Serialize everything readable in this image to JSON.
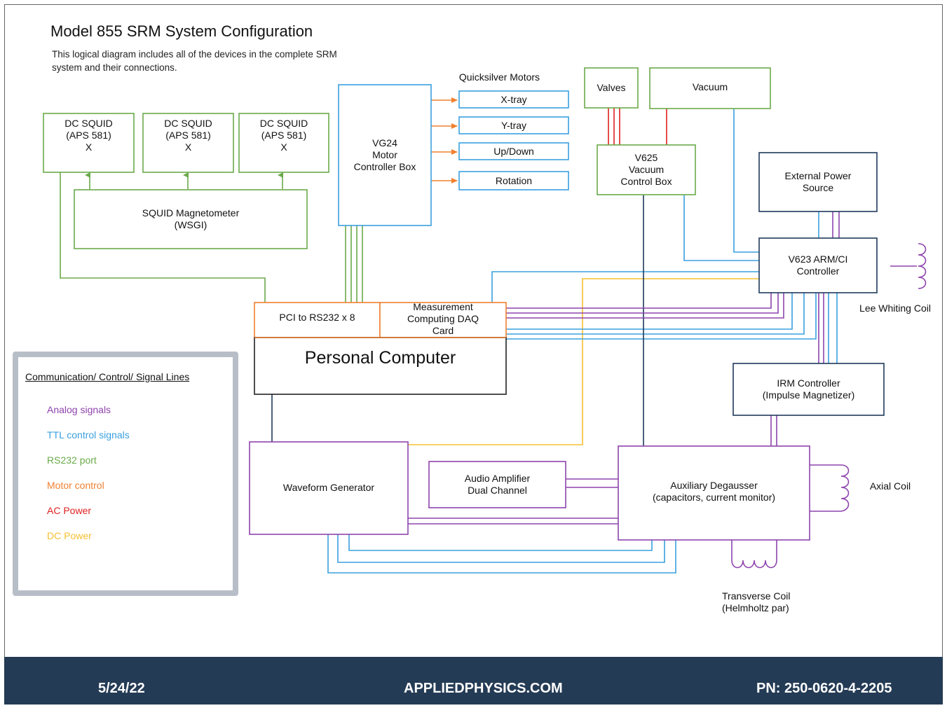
{
  "header": {
    "title": "Model 855 SRM System Configuration",
    "subtitle": "This logical diagram includes all of the devices in the complete SRM system and their connections."
  },
  "boxes": {
    "squid1": "DC SQUID\n(APS 581)\nX",
    "squid2": "DC SQUID\n(APS 581)\nX",
    "squid3": "DC SQUID\n(APS 581)\nX",
    "squid_magnetometer": "SQUID Magnetometer\n(WSGI)",
    "vg24": "VG24\nMotor\nController Box",
    "quicksilver_title": "Quicksilver Motors",
    "xtray": "X-tray",
    "ytray": "Y-tray",
    "updown": "Up/Down",
    "rotation": "Rotation",
    "valves": "Valves",
    "vacuum": "Vacuum",
    "v625": "V625\nVacuum\nControl Box",
    "ext_power": "External Power\nSource",
    "v623": "V623 ARM/CI\nController",
    "lee_coil": "Lee Whiting Coil",
    "pci": "PCI to RS232 x 8",
    "daq": "Measurement\nComputing DAQ\nCard",
    "pc": "Personal Computer",
    "irm": "IRM Controller\n(Impulse Magnetizer)",
    "waveform": "Waveform Generator",
    "audio_amp": "Audio Amplifier\nDual Channel",
    "aux_degausser": "Auxiliary Degausser\n(capacitors, current monitor)",
    "axial_coil": "Axial Coil",
    "transverse_coil": "Transverse Coil\n(Helmholtz  par)"
  },
  "legend": {
    "title": "Communication/ Control/ Signal Lines",
    "items": [
      {
        "label": "Analog signals",
        "color": "#8e44ad",
        "arrow": false
      },
      {
        "label": "TTL control signals",
        "color": "#3aa0e0",
        "arrow": false
      },
      {
        "label": "RS232 port",
        "color": "#6aaa4a",
        "arrow": false
      },
      {
        "label": "Motor control",
        "color": "#f08030",
        "arrow": true
      },
      {
        "label": "AC Power",
        "color": "#e02020",
        "arrow": false
      },
      {
        "label": "DC Power",
        "color": "#f5c030",
        "arrow": false
      }
    ]
  },
  "footer": {
    "date": "5/24/22",
    "website": "APPLIEDPHYSICS.COM",
    "part_number": "PN: 250-0620-4-2205"
  },
  "colors": {
    "analog": "#8e44ad",
    "ttl": "#3aa0e0",
    "rs232": "#6aaa4a",
    "motor": "#f08030",
    "ac": "#e02020",
    "dc": "#f5c030",
    "navy": "#1f3a5c",
    "footer_bg": "#243b55"
  }
}
